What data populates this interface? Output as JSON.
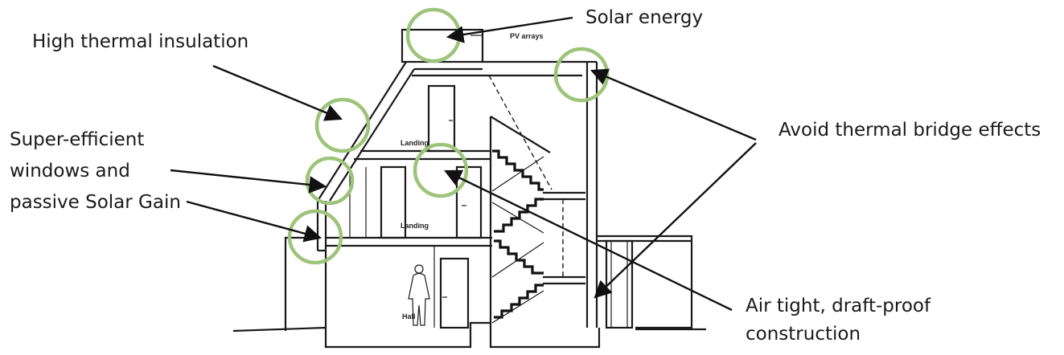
{
  "labels": {
    "solar_energy": "Solar energy",
    "high_thermal_insulation": "High thermal insulation",
    "super_efficient_line1": "Super-efficient",
    "super_efficient_line2": "windows and",
    "super_efficient_line3": "passive Solar Gain",
    "avoid_thermal_bridge": "Avoid thermal bridge effects",
    "air_tight_line1": "Air tight, draft-proof",
    "air_tight_line2": "construction"
  },
  "drawing_labels": {
    "pv_arrays": "PV arrays",
    "landing_upper": "Landing",
    "landing_lower": "Landing",
    "hall": "Hall"
  },
  "colors": {
    "highlight_ring": "#9dc47a",
    "line": "#1a1a1a"
  }
}
